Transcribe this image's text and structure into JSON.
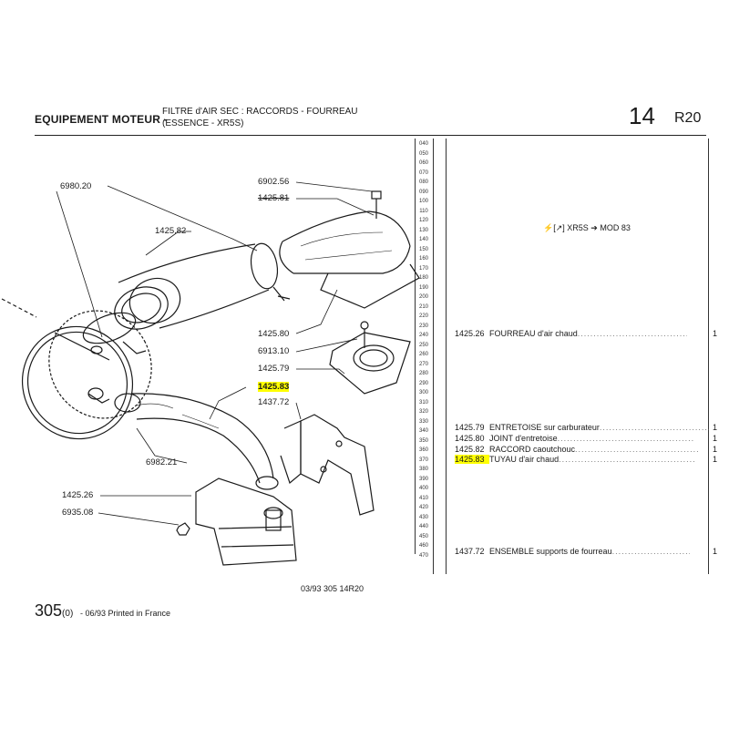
{
  "header": {
    "section": "EQUIPEMENT MOTEUR -",
    "description_line1": "FILTRE d'AIR SEC : RACCORDS - FOURREAU",
    "description_line2": "(ESSENCE - XR5S)",
    "page_group": "14",
    "model": "R20"
  },
  "scale_marks": [
    "040",
    "050",
    "060",
    "070",
    "080",
    "090",
    "100",
    "110",
    "120",
    "130",
    "140",
    "150",
    "160",
    "170",
    "180",
    "190",
    "200",
    "210",
    "220",
    "230",
    "240",
    "250",
    "260",
    "270",
    "280",
    "290",
    "300",
    "310",
    "320",
    "330",
    "340",
    "350",
    "360",
    "370",
    "380",
    "390",
    "400",
    "410",
    "420",
    "430",
    "440",
    "450",
    "460",
    "470"
  ],
  "callouts": {
    "c6980_20": "6980.20",
    "c1425_82": "1425.82",
    "c6902_56": "6902.56",
    "c1425_81": "1425.81",
    "c1425_80": "1425.80",
    "c6913_10": "6913.10",
    "c1425_79": "1425.79",
    "c1425_83": "1425.83",
    "c1437_72": "1437.72",
    "c6982_21": "6982.21",
    "c1425_26": "1425.26",
    "c6935_08": "6935.08"
  },
  "modification_note": {
    "text": "XR5S",
    "arrow_text": "MOD 83"
  },
  "parts": [
    {
      "ref": "1425.26",
      "name": "FOURREAU d'air chaud",
      "qty": "1",
      "highlight": false
    },
    {
      "ref": "1425.79",
      "name": "ENTRETOISE sur carburateur",
      "qty": "1",
      "highlight": false
    },
    {
      "ref": "1425.80",
      "name": "JOINT d'entretoise",
      "qty": "1",
      "highlight": false
    },
    {
      "ref": "1425.82",
      "name": "RACCORD caoutchouc",
      "qty": "1",
      "highlight": false
    },
    {
      "ref": "1425.83",
      "name": "TUYAU d'air chaud",
      "qty": "1",
      "highlight": true
    },
    {
      "ref": "1437.72",
      "name": "ENSEMBLE supports de fourreau",
      "qty": "1",
      "highlight": false
    }
  ],
  "footer": {
    "drawing_ref": "03/93  305  14R20",
    "page_number": "305",
    "page_suffix": "(0)",
    "print_info": "- 06/93 Printed in France"
  },
  "colors": {
    "highlight": "#ffff00",
    "ink": "#1a1a1a"
  }
}
